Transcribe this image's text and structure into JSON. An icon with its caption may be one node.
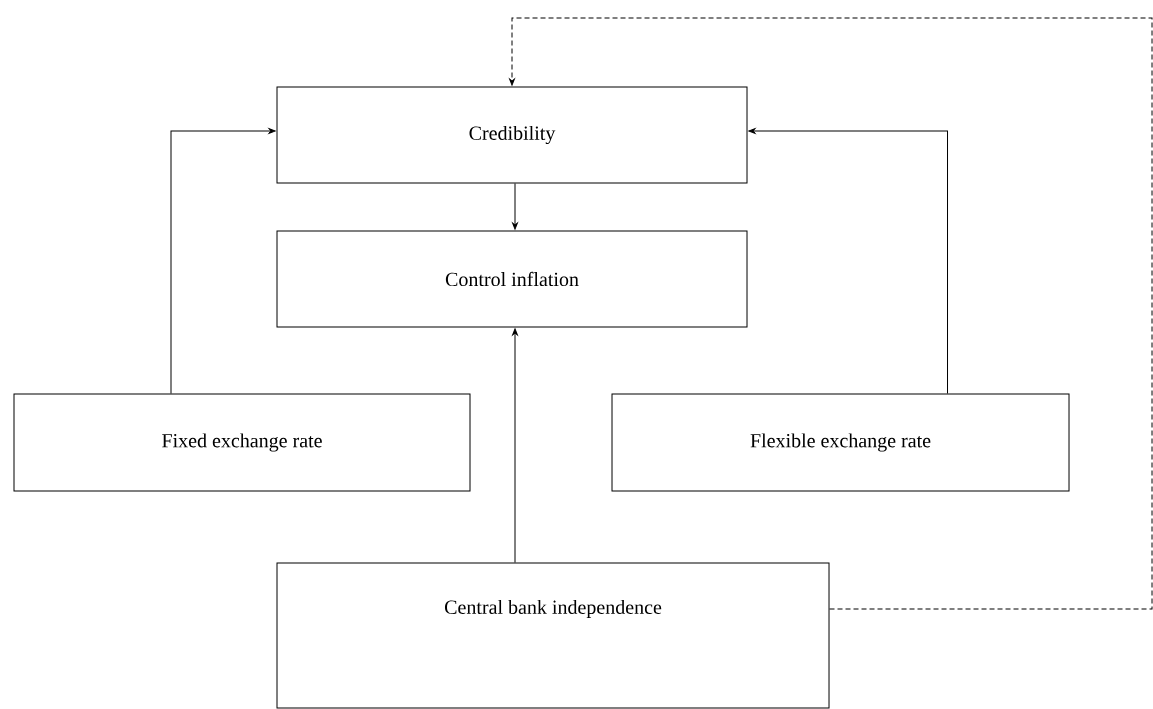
{
  "diagram": {
    "nodes": [
      {
        "text": [
          "Credibility"
        ]
      },
      {
        "text": [
          "Control inflation"
        ]
      },
      {
        "text": [
          "Fixed exchange rate"
        ]
      },
      {
        "text": [
          "Flexible exchange rate"
        ]
      },
      {
        "text": [
          "Central bank independence"
        ]
      }
    ],
    "edges": [
      {
        "from": 0,
        "to": 1,
        "arrow": "to"
      },
      {
        "from": 2,
        "to": 0,
        "arrow": "to"
      },
      {
        "from": 3,
        "to": 0,
        "arrow": "to"
      },
      {
        "from": 4,
        "to": 1,
        "arrow": "to"
      },
      {
        "from": 4,
        "to": 0,
        "arrow": "to",
        "style": "dashed"
      }
    ]
  }
}
